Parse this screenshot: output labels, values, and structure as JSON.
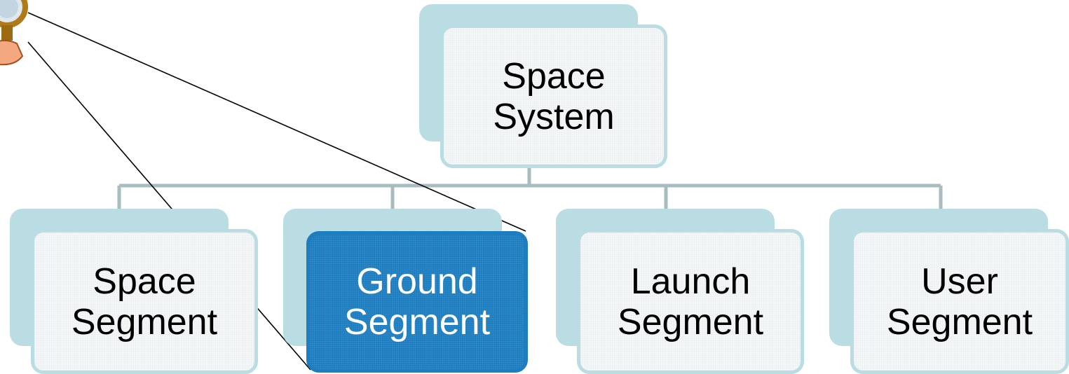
{
  "diagram": {
    "root": {
      "label": "Space\nSystem"
    },
    "children": [
      {
        "label": "Space\nSegment",
        "highlighted": false
      },
      {
        "label": "Ground\nSegment",
        "highlighted": true
      },
      {
        "label": "Launch\nSegment",
        "highlighted": false
      },
      {
        "label": "User\nSegment",
        "highlighted": false
      }
    ],
    "colors": {
      "connector": "#a8bcbf",
      "highlight": "#1d7dbf",
      "shadow": "#b9dde3"
    },
    "icons": [
      "magnifying-glass-hand-icon"
    ]
  }
}
